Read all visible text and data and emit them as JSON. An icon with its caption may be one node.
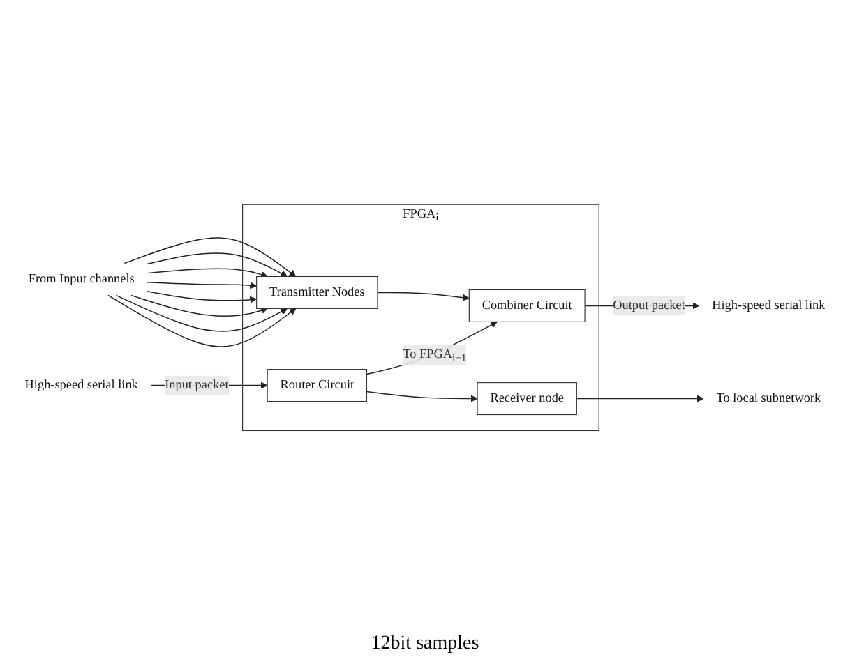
{
  "diagram": {
    "nodes": [
      {
        "text": [
          "FPGA$_{i}$"
        ]
      },
      {
        "text": [
          "Router Circuit"
        ],
        "in": 0
      },
      {
        "text": [
          "Combiner Circuit"
        ],
        "in": 0
      },
      {
        "text": [
          "Receiver node"
        ],
        "in": 0
      },
      {
        "text": [
          "Transmitter Nodes"
        ],
        "in": 0
      },
      {
        "text": [
          "High-speed serial link"
        ]
      },
      {
        "text": [
          "High-speed serial link"
        ]
      },
      {
        "text": [
          "To local subnetwork"
        ]
      },
      {
        "text": [
          "From Input channels"
        ]
      }
    ],
    "edges": [
      {
        "from": 5,
        "to": 1,
        "arrow": "to",
        "label": "Input packet"
      },
      {
        "from": 1,
        "to": 2,
        "arrow": "to",
        "label": "To FPGA$_{i+1}$"
      },
      {
        "from": 1,
        "to": 3,
        "arrow": "to"
      },
      {
        "from": 4,
        "to": 2,
        "arrow": "to"
      },
      {
        "from": 3,
        "to": 7,
        "arrow": "to"
      },
      {
        "from": 2,
        "to": 6,
        "arrow": "to",
        "label": "Output packet"
      },
      {
        "from": 8,
        "to": 4,
        "arrow": "to"
      },
      {
        "from": 8,
        "to": 4,
        "arrow": "to"
      },
      {
        "from": 8,
        "to": 4,
        "arrow": "to"
      },
      {
        "from": 8,
        "to": 4,
        "arrow": "to"
      },
      {
        "from": 8,
        "to": 4,
        "arrow": "to"
      },
      {
        "from": 8,
        "to": 4,
        "arrow": "to"
      },
      {
        "from": 8,
        "to": 4,
        "arrow": "to"
      },
      {
        "from": 8,
        "to": 4,
        "arrow": "to"
      }
    ],
    "labels": [
      "12bit samples"
    ]
  }
}
